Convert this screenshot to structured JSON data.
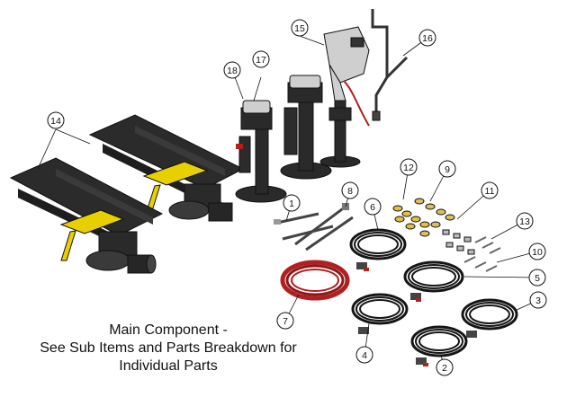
{
  "caption": {
    "line1": "Main Component -",
    "line2": "See Sub Items and Parts Breakdown for",
    "line3": "Individual Parts"
  },
  "callouts": {
    "c1": "1",
    "c2": "2",
    "c3": "3",
    "c4": "4",
    "c5": "5",
    "c6": "6",
    "c7": "7",
    "c8": "8",
    "c9": "9",
    "c10": "10",
    "c11": "11",
    "c12": "12",
    "c13": "13",
    "c14": "14",
    "c15": "15",
    "c16": "16",
    "c17": "17",
    "c18": "18"
  },
  "colors": {
    "line": "#111111",
    "frame": "#2b2b2b",
    "yellow": "#e8d000",
    "gray": "#cfcfcf",
    "red": "#b02020",
    "cable": "#151515"
  }
}
